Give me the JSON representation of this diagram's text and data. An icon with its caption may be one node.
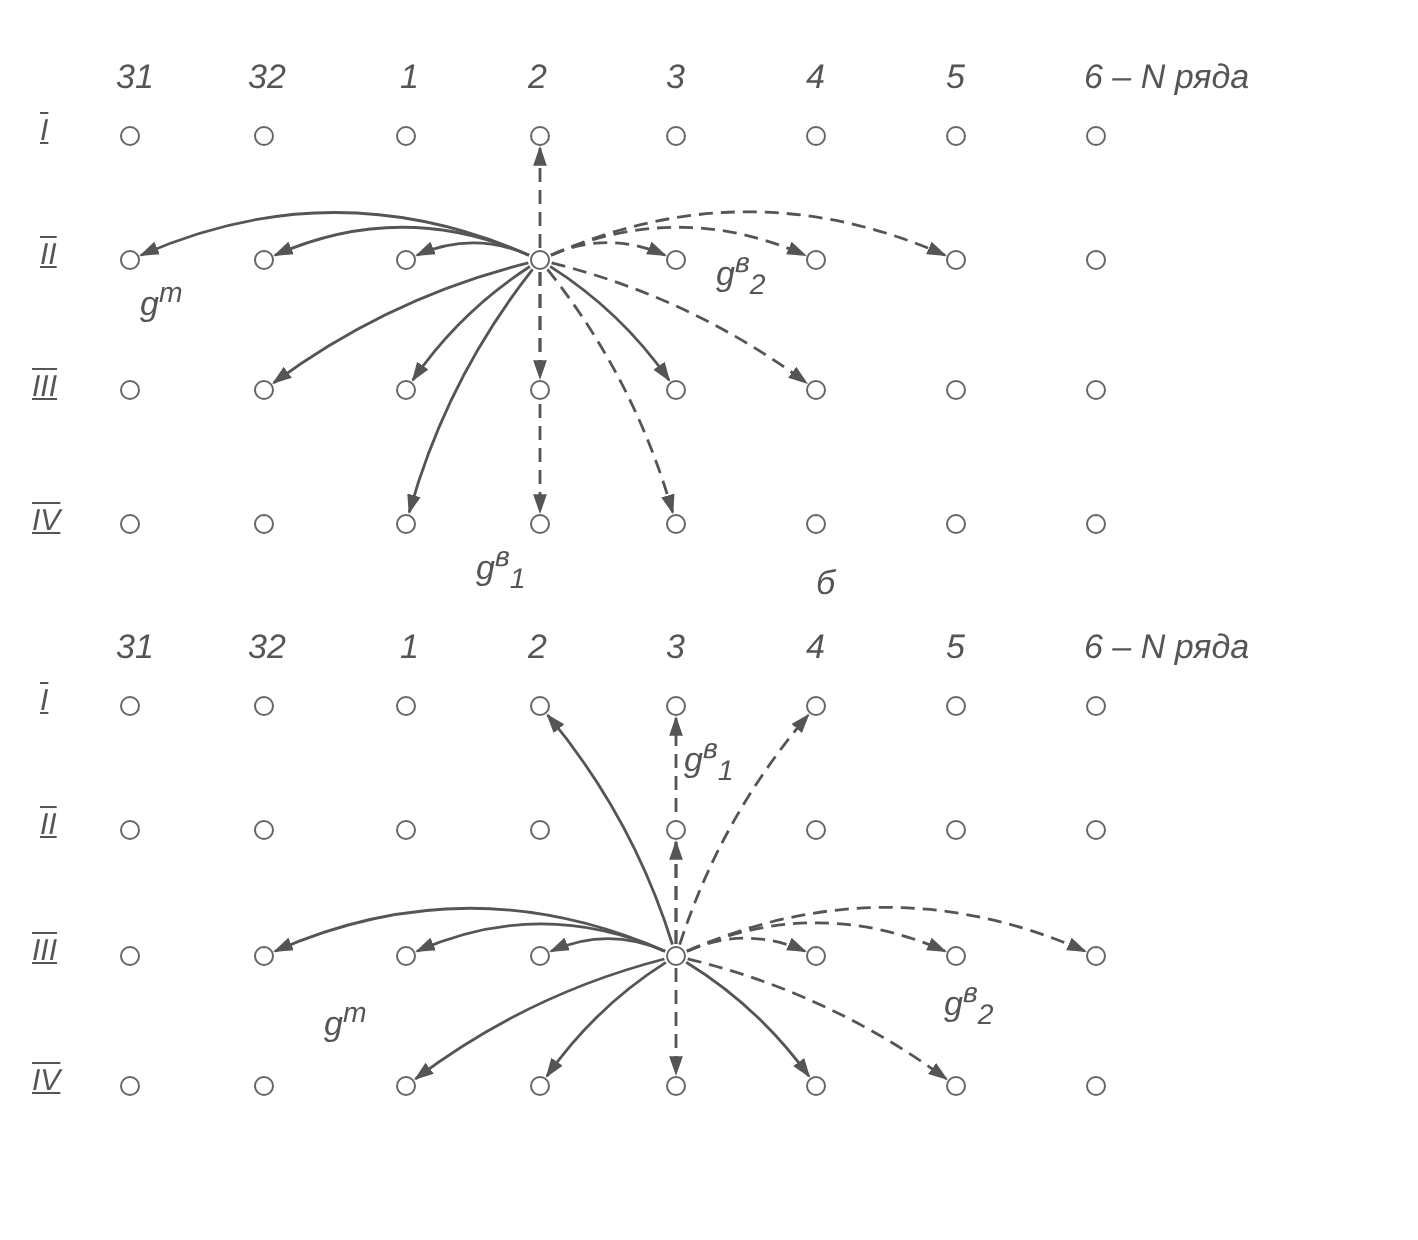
{
  "diagram": {
    "nodes": [
      {
        "text": [],
        "shape": "circle"
      },
      {
        "text": [],
        "shape": "circle"
      },
      {
        "text": [],
        "shape": "circle"
      },
      {
        "text": [],
        "shape": "circle"
      },
      {
        "text": [],
        "shape": "circle"
      },
      {
        "text": [],
        "shape": "circle"
      },
      {
        "text": [],
        "shape": "circle"
      },
      {
        "text": [],
        "shape": "circle"
      },
      {
        "text": [],
        "shape": "circle"
      },
      {
        "text": [],
        "shape": "circle"
      },
      {
        "text": [],
        "shape": "circle"
      },
      {
        "text": [],
        "shape": "circle"
      },
      {
        "text": [],
        "shape": "circle"
      },
      {
        "text": [],
        "shape": "circle"
      },
      {
        "text": [],
        "shape": "circle"
      },
      {
        "text": [],
        "shape": "circle"
      },
      {
        "text": [],
        "shape": "circle"
      },
      {
        "text": [],
        "shape": "circle"
      },
      {
        "text": [],
        "shape": "circle"
      },
      {
        "text": [],
        "shape": "circle"
      },
      {
        "text": [],
        "shape": "circle"
      },
      {
        "text": [],
        "shape": "circle"
      },
      {
        "text": [],
        "shape": "circle"
      },
      {
        "text": [],
        "shape": "circle"
      },
      {
        "text": [],
        "shape": "circle"
      },
      {
        "text": [],
        "shape": "circle"
      },
      {
        "text": [],
        "shape": "circle"
      },
      {
        "text": [],
        "shape": "circle"
      },
      {
        "text": [],
        "shape": "circle"
      },
      {
        "text": [],
        "shape": "circle"
      },
      {
        "text": [],
        "shape": "circle"
      },
      {
        "text": [],
        "shape": "circle"
      },
      {
        "text": [],
        "shape": "circle"
      },
      {
        "text": [],
        "shape": "circle"
      },
      {
        "text": [],
        "shape": "circle"
      },
      {
        "text": [],
        "shape": "circle"
      },
      {
        "text": [],
        "shape": "circle"
      },
      {
        "text": [],
        "shape": "circle"
      },
      {
        "text": [],
        "shape": "circle"
      },
      {
        "text": [],
        "shape": "circle"
      },
      {
        "text": [],
        "shape": "circle"
      },
      {
        "text": [],
        "shape": "circle"
      },
      {
        "text": [],
        "shape": "circle"
      },
      {
        "text": [],
        "shape": "circle"
      },
      {
        "text": [],
        "shape": "circle"
      },
      {
        "text": [],
        "shape": "circle"
      },
      {
        "text": [],
        "shape": "circle"
      },
      {
        "text": [],
        "shape": "circle"
      },
      {
        "text": [],
        "shape": "circle"
      },
      {
        "text": [],
        "shape": "circle"
      },
      {
        "text": [],
        "shape": "circle"
      },
      {
        "text": [],
        "shape": "circle"
      },
      {
        "text": [],
        "shape": "circle"
      },
      {
        "text": [],
        "shape": "circle"
      },
      {
        "text": [],
        "shape": "circle"
      },
      {
        "text": [],
        "shape": "circle"
      },
      {
        "text": [],
        "shape": "circle"
      },
      {
        "text": [],
        "shape": "circle"
      },
      {
        "text": [],
        "shape": "circle"
      },
      {
        "text": [],
        "shape": "circle"
      },
      {
        "text": [],
        "shape": "circle"
      },
      {
        "text": [],
        "shape": "circle"
      },
      {
        "text": [],
        "shape": "circle"
      },
      {
        "text": [],
        "shape": "circle"
      }
    ],
    "edges": [
      {
        "from": 11,
        "to": 3,
        "arrow": "to",
        "style": "dashed"
      },
      {
        "from": 11,
        "to": 8,
        "arrow": "to"
      },
      {
        "from": 11,
        "to": 9,
        "arrow": "to"
      },
      {
        "from": 11,
        "to": 10,
        "arrow": "to"
      },
      {
        "from": 11,
        "to": 12,
        "arrow": "to",
        "style": "dashed"
      },
      {
        "from": 11,
        "to": 13,
        "arrow": "to",
        "style": "dashed"
      },
      {
        "from": 11,
        "to": 14,
        "arrow": "to",
        "style": "dashed"
      },
      {
        "from": 11,
        "to": 17,
        "arrow": "to"
      },
      {
        "from": 11,
        "to": 18,
        "arrow": "to"
      },
      {
        "from": 11,
        "to": 19,
        "arrow": "to",
        "style": "dashed"
      },
      {
        "from": 11,
        "to": 20,
        "arrow": "to"
      },
      {
        "from": 11,
        "to": 21,
        "arrow": "to",
        "style": "dashed"
      },
      {
        "from": 11,
        "to": 26,
        "arrow": "to"
      },
      {
        "from": 11,
        "to": 27,
        "arrow": "to",
        "style": "dashed"
      },
      {
        "from": 11,
        "to": 28,
        "arrow": "to",
        "style": "dashed"
      },
      {
        "from": 52,
        "to": 35,
        "arrow": "to"
      },
      {
        "from": 52,
        "to": 36,
        "arrow": "to",
        "style": "dashed"
      },
      {
        "from": 52,
        "to": 37,
        "arrow": "to",
        "style": "dashed"
      },
      {
        "from": 52,
        "to": 44,
        "arrow": "to",
        "style": "dashed"
      },
      {
        "from": 52,
        "to": 49,
        "arrow": "to"
      },
      {
        "from": 52,
        "to": 50,
        "arrow": "to"
      },
      {
        "from": 52,
        "to": 51,
        "arrow": "to"
      },
      {
        "from": 52,
        "to": 53,
        "arrow": "to",
        "style": "dashed"
      },
      {
        "from": 52,
        "to": 54,
        "arrow": "to",
        "style": "dashed"
      },
      {
        "from": 52,
        "to": 55,
        "arrow": "to",
        "style": "dashed"
      },
      {
        "from": 52,
        "to": 58,
        "arrow": "to"
      },
      {
        "from": 52,
        "to": 59,
        "arrow": "to"
      },
      {
        "from": 52,
        "to": 60,
        "arrow": "to",
        "style": "dashed"
      },
      {
        "from": 52,
        "to": 61,
        "arrow": "to"
      },
      {
        "from": 52,
        "to": 62,
        "arrow": "to",
        "style": "dashed"
      }
    ],
    "labels": [
      "31",
      "32",
      "1",
      "2",
      "3",
      "4",
      "5",
      "6 – N ряда",
      "I",
      "II",
      "g$^{т}$",
      "g$^{в}$$_{2}$",
      "III",
      "IV",
      "g$^{в}$$_{1}$",
      "б",
      "31",
      "32",
      "1",
      "2",
      "3",
      "4",
      "5",
      "6 – N ряда",
      "I",
      "g$^{в}$$_{1}$",
      "II",
      "III",
      "g$^{т}$",
      "g$^{в}$$_{2}$",
      "IV"
    ]
  }
}
